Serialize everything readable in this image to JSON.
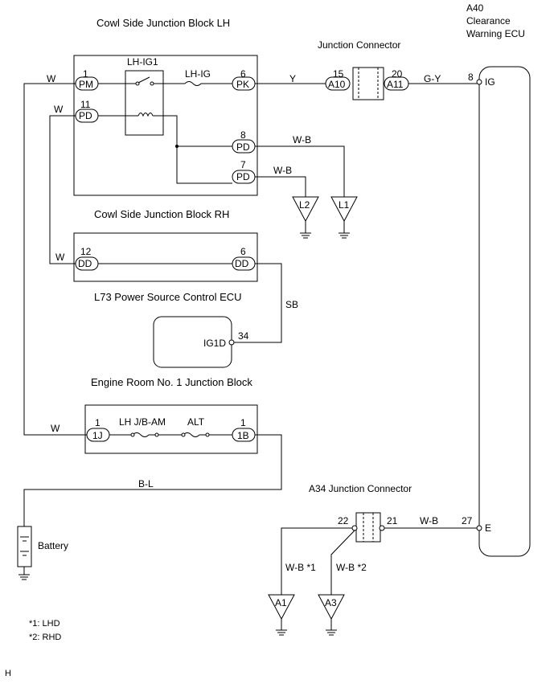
{
  "ecu": {
    "id": "A40",
    "name_line1": "Clearance",
    "name_line2": "Warning ECU",
    "pin_ig_num": "8",
    "pin_ig": "IG",
    "pin_e_num": "27",
    "pin_e": "E"
  },
  "jb_lh": {
    "title": "Cowl Side Junction Block LH",
    "relay": "LH-IG1",
    "fuse": "LH-IG",
    "pins": [
      {
        "num": "1",
        "name": "PM"
      },
      {
        "num": "11",
        "name": "PD"
      },
      {
        "num": "6",
        "name": "PK"
      },
      {
        "num": "8",
        "name": "PD"
      },
      {
        "num": "7",
        "name": "PD"
      }
    ]
  },
  "jc_top": {
    "title": "Junction Connector",
    "pin_a_num": "15",
    "pin_a": "A10",
    "pin_b_num": "20",
    "pin_b": "A11"
  },
  "jb_rh": {
    "title": "Cowl Side Junction Block RH",
    "pin_a_num": "12",
    "pin_a": "DD",
    "pin_b_num": "6",
    "pin_b": "DD"
  },
  "ps_ecu": {
    "title": "L73 Power Source Control ECU",
    "pin": "IG1D",
    "pin_num": "34"
  },
  "er_jb": {
    "title": "Engine Room No. 1 Junction Block",
    "pin_a_num": "1",
    "pin_a": "1J",
    "pin_b_num": "1",
    "pin_b": "1B",
    "fuse_a": "LH J/B-AM",
    "fuse_b": "ALT"
  },
  "jc_a34": {
    "title": "A34 Junction Connector",
    "pin_a": "22",
    "pin_b": "21"
  },
  "battery": {
    "label": "Battery"
  },
  "grounds": {
    "l1": "L1",
    "l2": "L2",
    "a1": "A1",
    "a3": "A3"
  },
  "wires": {
    "w_pm": "W",
    "w_pd": "W",
    "w_dd": "W",
    "w_1j": "W",
    "y": "Y",
    "gy": "G-Y",
    "wb_8": "W-B",
    "wb_7": "W-B",
    "sb": "SB",
    "bl": "B-L",
    "wb_27": "W-B",
    "wb_a1": "W-B *1",
    "wb_a3": "W-B *2"
  },
  "notes": [
    "*1: LHD",
    "*2: RHD"
  ],
  "footer": "H"
}
